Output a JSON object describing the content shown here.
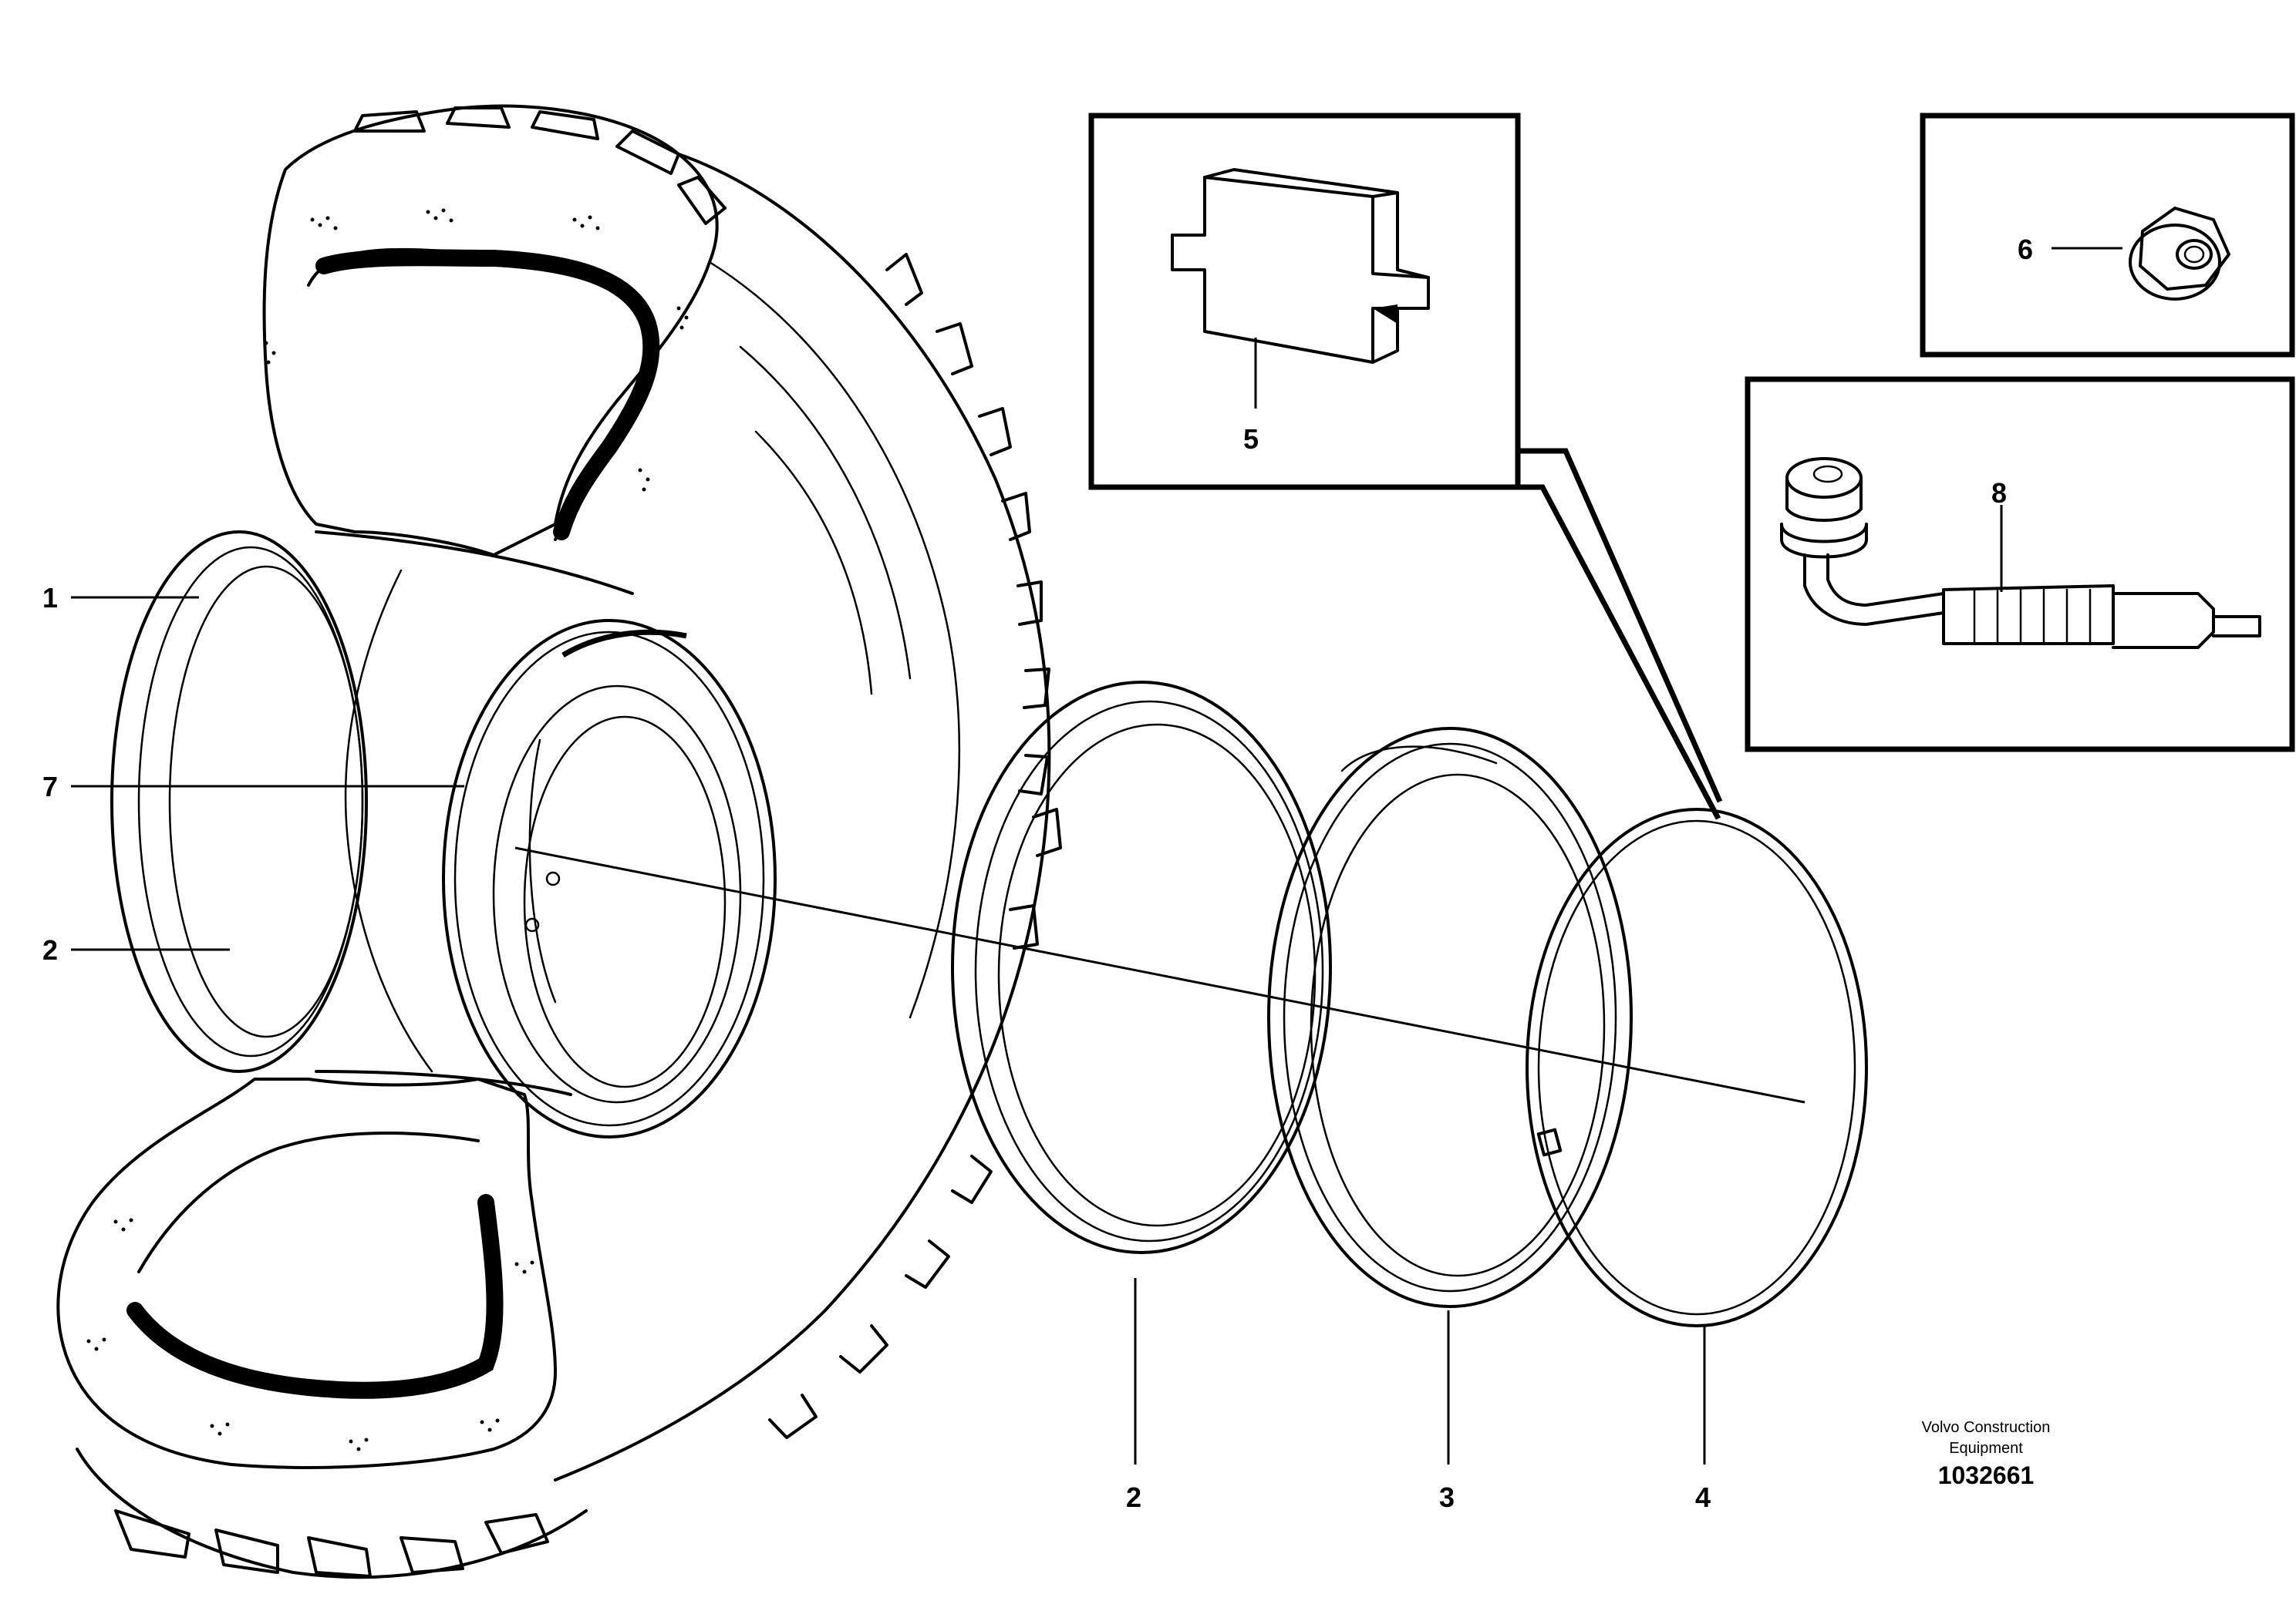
{
  "callouts": {
    "c1": "1",
    "c2_rim": "2",
    "c7": "7",
    "c2_ring": "2",
    "c3": "3",
    "c4": "4",
    "c5": "5",
    "c6": "6",
    "c8": "8"
  },
  "footer": {
    "brand_line1": "Volvo Construction",
    "brand_line2": "Equipment",
    "document_number": "1032661"
  },
  "parts": [
    {
      "callout": "1",
      "name": "tire-icon"
    },
    {
      "callout": "2",
      "name": "wheel-rim-icon"
    },
    {
      "callout": "7",
      "name": "o-ring-icon"
    },
    {
      "callout": "2",
      "name": "side-ring-icon"
    },
    {
      "callout": "3",
      "name": "bead-seat-ring-icon"
    },
    {
      "callout": "4",
      "name": "lock-ring-icon"
    },
    {
      "callout": "5",
      "name": "drive-key-icon"
    },
    {
      "callout": "6",
      "name": "flange-nut-icon"
    },
    {
      "callout": "8",
      "name": "valve-icon"
    }
  ],
  "colors": {
    "line": "#000000",
    "background": "#ffffff"
  }
}
